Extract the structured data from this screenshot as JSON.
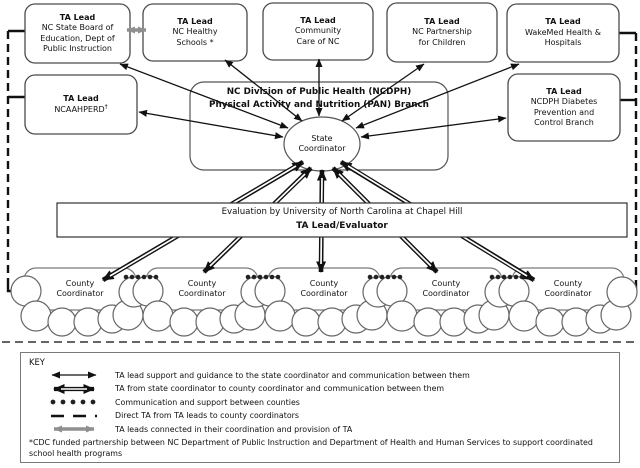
{
  "diagram": {
    "ta_leads": {
      "board": {
        "title": "TA Lead",
        "body": "NC State Board of\nEducation, Dept of\nPublic Instruction"
      },
      "healthy_schools": {
        "title": "TA Lead",
        "body": "NC Healthy\nSchools *"
      },
      "community_care": {
        "title": "TA Lead",
        "body": "Community\nCare of NC"
      },
      "partnership": {
        "title": "TA Lead",
        "body": "NC Partnership\nfor Children"
      },
      "wakemed": {
        "title": "TA Lead",
        "body": "WakeMed Health &\nHospitals"
      },
      "ncaahperd": {
        "title": "TA Lead",
        "body": "NCAAHPERD",
        "sup": "†"
      },
      "diabetes": {
        "title": "TA Lead",
        "body": "NCDPH Diabetes\nPrevention and\nControl Branch"
      }
    },
    "center": {
      "title": "NC Division of Public Health (NCDPH)\nPhysical Activity and Nutrition (PAN) Branch"
    },
    "state_coordinator": {
      "label": "State\nCoordinator"
    },
    "evaluation": {
      "line1": "Evaluation by University of North Carolina at Chapel Hill",
      "line2": "TA Lead/Evaluator"
    },
    "county": {
      "label": "County\nCoordinator",
      "count": 5
    }
  },
  "key": {
    "title": "KEY",
    "items": [
      {
        "symbol": "thin-double-arrow",
        "label": "TA lead support and guidance to the state coordinator and communication between them"
      },
      {
        "symbol": "thick-double-arrow",
        "label": "TA from state coordinator to county coordinator and communication between them"
      },
      {
        "symbol": "dotted-line",
        "label": "Communication and support between counties"
      },
      {
        "symbol": "dashed-line",
        "label": "Direct TA from TA leads to county coordinators"
      },
      {
        "symbol": "gray-double-arrow",
        "label": "TA leads connected in their coordination and provision of TA"
      }
    ],
    "footnote": "*CDC funded partnership between NC Department of Public Instruction and Department of Health and Human Services to support coordinated school health programs"
  },
  "colors": {
    "ink": "#111111",
    "gray_arrow": "#8f8f8f",
    "box_border": "#4a4a4a"
  }
}
